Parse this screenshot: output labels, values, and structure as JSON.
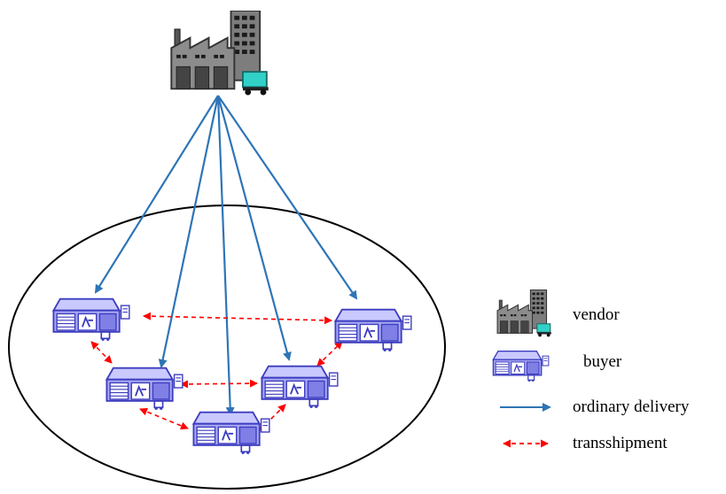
{
  "colors": {
    "ordinary_delivery": "#2E75B6",
    "transshipment": "#FF0000",
    "buyer_fill": "#A9A9F5",
    "buyer_stroke": "#3D3DBF",
    "vendor_fill": "#8C8C8C",
    "vendor_dark": "#3A3A3A",
    "region_stroke": "#000000"
  },
  "icons": {
    "vendor": "factory-icon",
    "buyer": "warehouse-icon"
  },
  "nodes": {
    "vendor": {
      "role": "vendor"
    },
    "buyers": [
      {
        "id": "buyer-1"
      },
      {
        "id": "buyer-2"
      },
      {
        "id": "buyer-3"
      },
      {
        "id": "buyer-4"
      },
      {
        "id": "buyer-5"
      }
    ]
  },
  "ordinary_deliveries": [
    "buyer-1",
    "buyer-2",
    "buyer-3",
    "buyer-4",
    "buyer-5"
  ],
  "transshipments": [
    [
      "buyer-1",
      "buyer-2"
    ],
    [
      "buyer-1",
      "buyer-5"
    ],
    [
      "buyer-2",
      "buyer-4"
    ],
    [
      "buyer-2",
      "buyer-3"
    ],
    [
      "buyer-3",
      "buyer-4"
    ],
    [
      "buyer-4",
      "buyer-5"
    ]
  ],
  "legend": {
    "vendor": "vendor",
    "buyer": "buyer",
    "ordinary_delivery": "ordinary delivery",
    "transshipment": "transshipment"
  }
}
